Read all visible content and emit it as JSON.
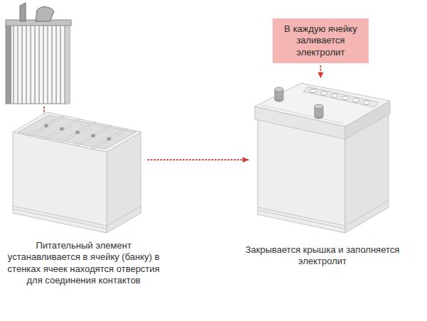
{
  "diagram": {
    "nodes": [
      {
        "text": [
          "Питательный элемент устанавливается в ячейку (банку) в стенках ячеек находятся отверстия для соединения контактов"
        ]
      },
      {
        "text": [
          "В каждую ячейку заливается электролит"
        ]
      },
      {
        "text": [
          "Закрывается крышка и заполняется электролит"
        ]
      }
    ],
    "edges": [
      {
        "from": 0,
        "to": 2,
        "arrow": "to"
      },
      {
        "from": 1,
        "to": 2,
        "arrow": "to"
      }
    ]
  }
}
